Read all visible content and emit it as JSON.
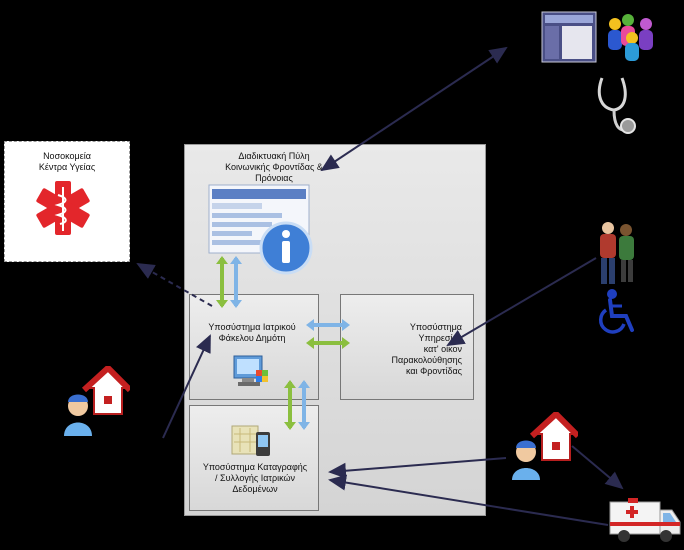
{
  "hospital": {
    "title": "Νοσοκομεία\nΚέντρα Υγείας"
  },
  "portal": {
    "title": "Διαδικτυακή Πύλη\nΚοινωνικής Φροντίδας &\nΠρόνοιας"
  },
  "emr": {
    "label": "Υποσύστημα Ιατρικού\nΦάκελου Δημότη"
  },
  "care": {
    "label": "Υποσύστημα\nΥπηρεσίας\nκατ' οίκον\nΠαρακολούθησης\nκαι Φροντίδας"
  },
  "recording": {
    "label": "Υποσύστημα Καταγραφής\n/ Συλλογής Ιατρικών\nΔεδομένων"
  },
  "icons": {
    "hospital": "star-of-life-icon",
    "portal": "info-document-icon",
    "users": "people-icon",
    "stethoscope": "stethoscope-icon",
    "elderly": "elderly-couple-icon",
    "wheelchair": "wheelchair-icon",
    "home_care": "home-nurse-icon",
    "ambulance": "ambulance-icon"
  },
  "colors": {
    "background": "#000000",
    "panel": "#e0e0e0",
    "arrow_dark": "#2b2b50",
    "arrow_green": "#8bbf3f",
    "arrow_blue": "#7fb4e6",
    "red_cross": "#e3262b",
    "wheelchair_blue": "#1f3fbf"
  }
}
